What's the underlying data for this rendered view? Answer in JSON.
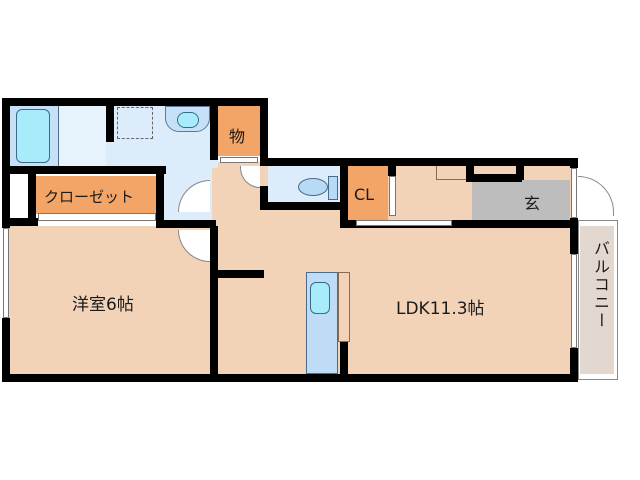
{
  "floor_plan": {
    "rooms": [
      {
        "id": "western-room",
        "label": "洋室6帖"
      },
      {
        "id": "ldk",
        "label": "LDK11.3帖"
      },
      {
        "id": "closet",
        "label": "クローゼット"
      },
      {
        "id": "storage",
        "label": "物"
      },
      {
        "id": "cl",
        "label": "CL"
      },
      {
        "id": "entrance",
        "label": "玄"
      },
      {
        "id": "balcony",
        "label": "バルコニー"
      }
    ],
    "colors": {
      "floor": "#f2d3b8",
      "wet_area": "#dcecfb",
      "closet": "#f2a566",
      "entrance": "#bdbdbd",
      "balcony": "#e2d8cf",
      "wall": "#000000",
      "fixture": "#a8ecfb"
    }
  }
}
